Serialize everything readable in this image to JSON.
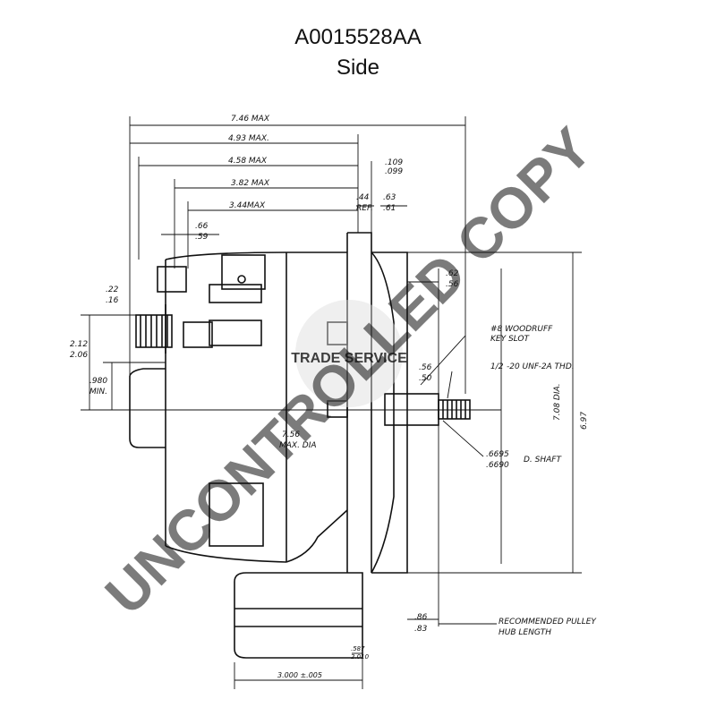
{
  "header": {
    "part_number": "A0015528AA",
    "view": "Side"
  },
  "dimensions": {
    "d746": "7.46 MAX",
    "d493": "4.93 MAX.",
    "d458": "4.58 MAX",
    "d382": "3.82 MAX",
    "d344": "3.44MAX",
    "d109": ".109",
    "d099": ".099",
    "d44": ".44",
    "dref": "REF.",
    "d63": ".63",
    "d61": ".61",
    "d66": ".66",
    "d59": ".59",
    "d22": ".22",
    "d16": ".16",
    "d212": "2.12",
    "d206": "2.06",
    "d980": ".980",
    "dmin": "MIN.",
    "d62": ".62",
    "d56": ".56",
    "d56b": ".56",
    "d50": ".50",
    "dwoodruff": "#8 WOODRUFF",
    "dkeyslot": "KEY SLOT",
    "dhalf": "1/2",
    "dthread": "-20 UNF-2A THD.",
    "d708": "7.08 DIA.",
    "d697": "6.97",
    "d6695": ".6695",
    "d6690": ".6690",
    "dshaft": "D. SHAFT",
    "d756": "7.56",
    "dmaxdia": "MAX. DIA",
    "d86": ".86",
    "d83": ".83",
    "dpulley1": "RECOMMENDED PULLEY",
    "dpulley2": "HUB LENGTH",
    "d587": ".587",
    "d2010": "2.010",
    "d3000": "3.000 ±.005"
  },
  "watermark": {
    "text": "UNCONTROLLED COPY",
    "logo": "TRADE SERVICE"
  }
}
